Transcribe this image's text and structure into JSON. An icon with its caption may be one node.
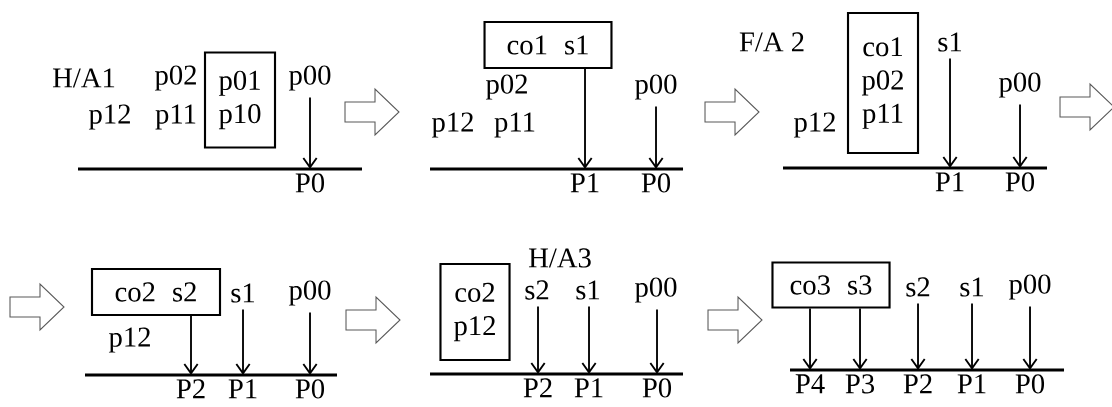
{
  "diagram": {
    "nodes": [
      {
        "text": [
          "p01",
          "p10"
        ]
      },
      {
        "text": [
          "p00"
        ]
      },
      {
        "text": [
          "P0"
        ]
      },
      {
        "text": [
          "co1",
          "s1"
        ]
      },
      {
        "text": [
          "p00"
        ]
      },
      {
        "text": [
          "P1"
        ]
      },
      {
        "text": [
          "P0"
        ]
      },
      {
        "text": [
          "co1",
          "p02",
          "p11"
        ]
      },
      {
        "text": [
          "s1"
        ]
      },
      {
        "text": [
          "p00"
        ]
      },
      {
        "text": [
          "P1"
        ]
      },
      {
        "text": [
          "P0"
        ]
      },
      {
        "text": [
          "co2",
          "s2"
        ]
      },
      {
        "text": [
          "s1"
        ]
      },
      {
        "text": [
          "p00"
        ]
      },
      {
        "text": [
          "P2"
        ]
      },
      {
        "text": [
          "P1"
        ]
      },
      {
        "text": [
          "P0"
        ]
      },
      {
        "text": [
          "co2",
          "p12"
        ]
      },
      {
        "text": [
          "s2"
        ]
      },
      {
        "text": [
          "s1"
        ]
      },
      {
        "text": [
          "p00"
        ]
      },
      {
        "text": [
          "P2"
        ]
      },
      {
        "text": [
          "P1"
        ]
      },
      {
        "text": [
          "P0"
        ]
      },
      {
        "text": [
          "co3",
          "s3"
        ]
      },
      {
        "text": [
          "s2"
        ]
      },
      {
        "text": [
          "s1"
        ]
      },
      {
        "text": [
          "p00"
        ]
      },
      {
        "text": [
          "P4"
        ]
      },
      {
        "text": [
          "P3"
        ]
      },
      {
        "text": [
          "P2"
        ]
      },
      {
        "text": [
          "P1"
        ]
      },
      {
        "text": [
          "P0"
        ]
      }
    ],
    "edges": [
      {
        "from": 1,
        "to": 2,
        "arrow": "to"
      },
      {
        "from": 3,
        "to": 5,
        "arrow": "to"
      },
      {
        "from": 4,
        "to": 6,
        "arrow": "to"
      },
      {
        "from": 8,
        "to": 10,
        "arrow": "to"
      },
      {
        "from": 9,
        "to": 11,
        "arrow": "to"
      },
      {
        "from": 12,
        "to": 15,
        "arrow": "to"
      },
      {
        "from": 13,
        "to": 16,
        "arrow": "to"
      },
      {
        "from": 14,
        "to": 17,
        "arrow": "to"
      },
      {
        "from": 19,
        "to": 22,
        "arrow": "to"
      },
      {
        "from": 20,
        "to": 23,
        "arrow": "to"
      },
      {
        "from": 21,
        "to": 24,
        "arrow": "to"
      },
      {
        "from": 25,
        "to": 29,
        "arrow": "to"
      },
      {
        "from": 25,
        "to": 30,
        "arrow": "to"
      },
      {
        "from": 26,
        "to": 31,
        "arrow": "to"
      },
      {
        "from": 27,
        "to": 32,
        "arrow": "to"
      },
      {
        "from": 28,
        "to": 33,
        "arrow": "to"
      }
    ],
    "labels": [
      "H/A1",
      "p02",
      "p12",
      "p11",
      "p02",
      "p12",
      "p11",
      "F/A 2",
      "p12",
      "p12",
      "H/A3"
    ]
  }
}
